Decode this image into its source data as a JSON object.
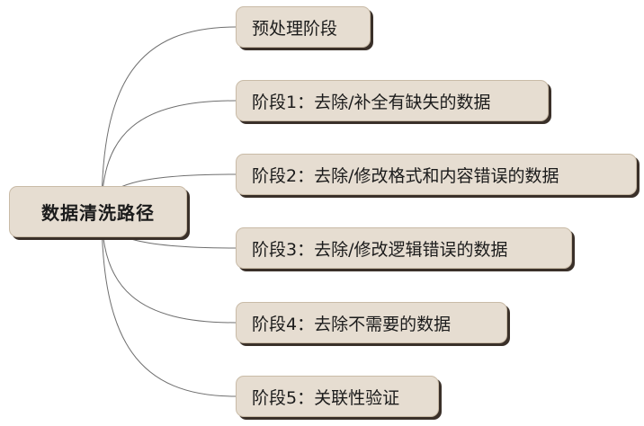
{
  "diagram": {
    "root": {
      "label": "数据清洗路径"
    },
    "children": [
      {
        "label": "预处理阶段"
      },
      {
        "label": "阶段1：去除/补全有缺失的数据"
      },
      {
        "label": "阶段2：去除/修改格式和内容错误的数据"
      },
      {
        "label": "阶段3：去除/修改逻辑错误的数据"
      },
      {
        "label": "阶段4：去除不需要的数据"
      },
      {
        "label": "阶段5：关联性验证"
      }
    ],
    "colors": {
      "node_fill": "#e6ddd1",
      "node_shadow": "#3a3029",
      "connector": "#6f6f6f",
      "text": "#1b1b1b"
    }
  }
}
